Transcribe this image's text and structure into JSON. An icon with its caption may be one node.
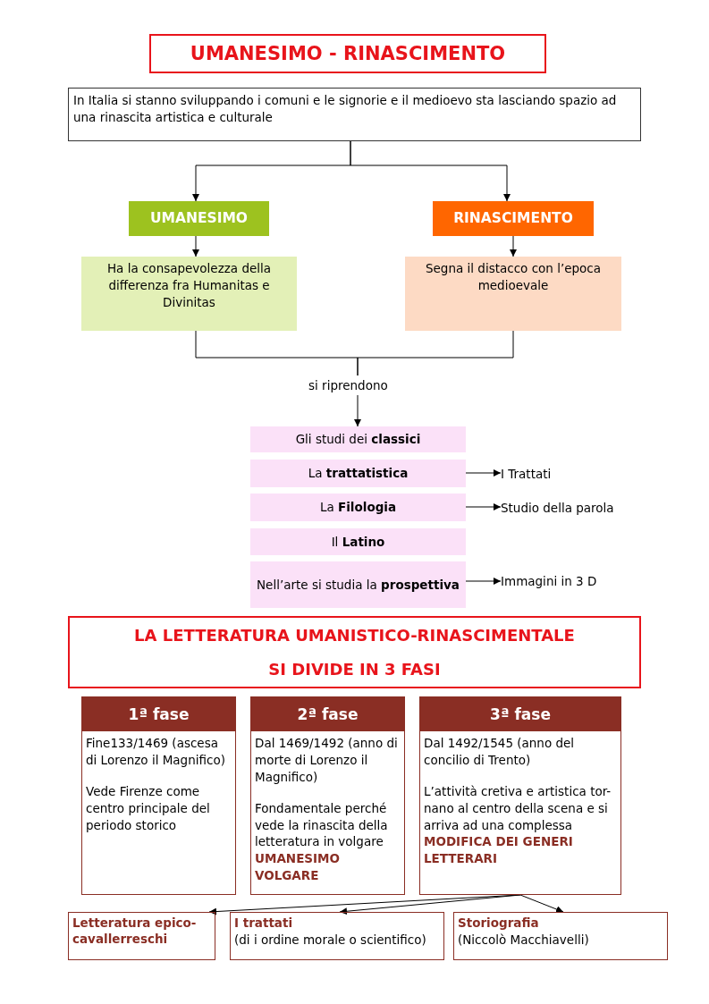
{
  "diagram": {
    "title": "UMANESIMO - RINASCIMENTO",
    "nodes": [
      {
        "text": [
          "In Italia si stanno sviluppando i comuni e le signorie e il medioevo sta lasciando spazio ad una rinascita artistica e culturale"
        ]
      },
      {
        "text": [
          "UMANESIMO"
        ]
      },
      {
        "text": [
          "RINASCIMENTO"
        ]
      },
      {
        "text": [
          "Ha la consapevolezza della differenza fra Humanitas e Divinitas"
        ]
      },
      {
        "text": [
          "Segna il distacco con l’epoca medioevale"
        ]
      },
      {
        "text": [
          "si riprendono"
        ]
      },
      {
        "text": [
          "Gli studi dei **classici**"
        ]
      },
      {
        "text": [
          "La **trattatistica**"
        ]
      },
      {
        "text": [
          "I Trattati"
        ]
      },
      {
        "text": [
          "La **Filologia**"
        ]
      },
      {
        "text": [
          "Studio della parola"
        ]
      },
      {
        "text": [
          "Il **Latino**"
        ]
      },
      {
        "text": [
          "Nell’arte si studia la **prospettiva**"
        ]
      },
      {
        "text": [
          "Immagini in 3 D"
        ]
      },
      {
        "text": [
          "LA LETTERATURA UMANISTICO-RINASCIMENTALE SI DIVIDE IN 3 FASI"
        ]
      },
      {
        "text": [
          "1ª fase",
          "Fine133/1469 (ascesa di Lorenzo il Magnifico)",
          "Vede Firenze come centro principale del periodo storico"
        ]
      },
      {
        "text": [
          "2ª fase",
          "Dal 1469/1492 (anno di morte di Lorenzo il Magnifico)",
          "Fondamentale perché vede la rinascita della letteratura in volgare **UMANESIMO VOLGARE**"
        ]
      },
      {
        "text": [
          "3ª fase",
          "Dal 1492/1545 (anno del concilio di Trento)",
          "L’attività cretiva e artistica tor-nano al centro della scena e si arriva ad una complessa **MODIFICA DEI GENERI LETTERARI**"
        ]
      },
      {
        "text": [
          "Letteratura epico-cavallerreschi"
        ]
      },
      {
        "text": [
          "I trattati",
          "(di i ordine morale o scientifico)"
        ]
      },
      {
        "text": [
          "Storiografia",
          "(Niccolò Macchiavelli)"
        ]
      }
    ],
    "edges": [
      {
        "from": 0,
        "to": 1,
        "arrow": "to"
      },
      {
        "from": 0,
        "to": 2,
        "arrow": "to"
      },
      {
        "from": 1,
        "to": 3,
        "arrow": "to"
      },
      {
        "from": 2,
        "to": 4,
        "arrow": "to"
      },
      {
        "from": 3,
        "to": 5,
        "arrow": "none"
      },
      {
        "from": 4,
        "to": 5,
        "arrow": "none"
      },
      {
        "from": 5,
        "to": 6,
        "arrow": "to"
      },
      {
        "from": 7,
        "to": 8,
        "arrow": "to"
      },
      {
        "from": 9,
        "to": 10,
        "arrow": "to"
      },
      {
        "from": 12,
        "to": 13,
        "arrow": "to"
      },
      {
        "from": 17,
        "to": 18,
        "arrow": "to"
      },
      {
        "from": 17,
        "to": 19,
        "arrow": "to"
      },
      {
        "from": 17,
        "to": 20,
        "arrow": "to"
      }
    ]
  }
}
